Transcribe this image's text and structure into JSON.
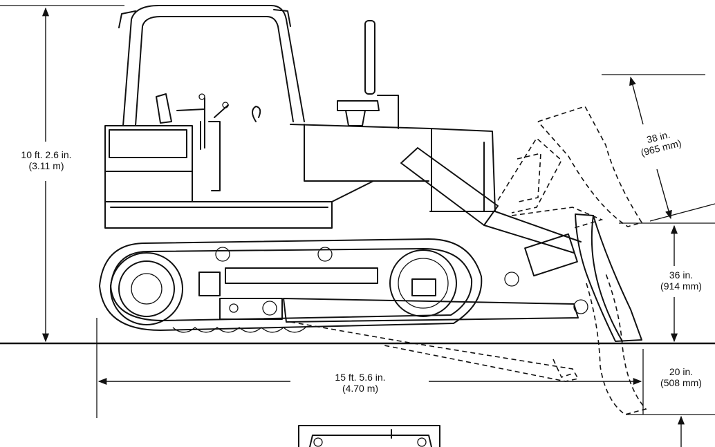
{
  "dimensions": {
    "height": {
      "line1": "10 ft. 2.6 in.",
      "line2": "(3.11 m)"
    },
    "length": {
      "line1": "15 ft. 5.6 in.",
      "line2": "(4.70 m)"
    },
    "lift": {
      "line1": "36 in.",
      "line2": "(914 mm)"
    },
    "drop": {
      "line1": "20 in.",
      "line2": "(508 mm)"
    },
    "blade": {
      "line1": "38 in.",
      "line2": "(965 mm)"
    }
  }
}
